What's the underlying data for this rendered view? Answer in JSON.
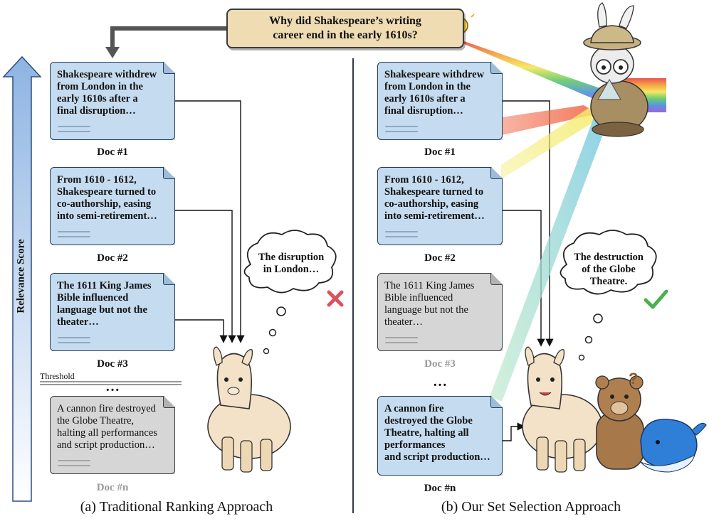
{
  "question": {
    "line1": "Why did Shakespeare’s writing",
    "line2": "career end in the early 1610s?"
  },
  "axis": {
    "label": "Relevance Score"
  },
  "threshold_label": "Threshold",
  "ellipsis": "…",
  "left_panel": {
    "caption": "(a) Traditional Ranking Approach",
    "docs": [
      {
        "label": "Doc #1",
        "lines": [
          "Shakespeare withdrew",
          "from London in the",
          "early 1610s after a",
          "final disruption…"
        ]
      },
      {
        "label": "Doc #2",
        "lines": [
          "From 1610 - 1612,",
          "Shakespeare turned to",
          "co-authorship, easing",
          "into semi-retirement…"
        ]
      },
      {
        "label": "Doc #3",
        "lines": [
          "The 1611 King James",
          "Bible influenced",
          "language but not the",
          "theater…"
        ]
      },
      {
        "label": "Doc #n",
        "lines": [
          "A cannon fire destroyed",
          "the Globe Theatre,",
          "halting all performances",
          "and script production…"
        ]
      }
    ],
    "thought": {
      "line1": "The disruption",
      "line2": "in London…"
    }
  },
  "right_panel": {
    "caption": "(b) Our Set Selection Approach",
    "docs": [
      {
        "label": "Doc #1",
        "lines": [
          "Shakespeare withdrew",
          "from London in the",
          "early 1610s after a",
          "final disruption…"
        ]
      },
      {
        "label": "Doc #2",
        "lines": [
          "From 1610 - 1612,",
          "Shakespeare turned to",
          "co-authorship, easing",
          "into semi-retirement…"
        ]
      },
      {
        "label": "Doc #3",
        "lines": [
          "The 1611 King James",
          "Bible influenced",
          "language but not the",
          "theater…"
        ]
      },
      {
        "label": "Doc #n",
        "lines": [
          "A cannon fire",
          "destroyed the Globe",
          "Theatre, halting all",
          "performances",
          "and script production…"
        ]
      }
    ],
    "thought": {
      "line1": "The destruction",
      "line2": "of the Globe",
      "line3": "Theatre."
    }
  },
  "bear_question_mark": "?",
  "colors": {
    "doc_blue": "#c5dbef",
    "doc_gray": "#d6d6d6",
    "question_box": "#f0dcb2",
    "cross_red": "#e0505a",
    "check_green": "#4caf50"
  }
}
